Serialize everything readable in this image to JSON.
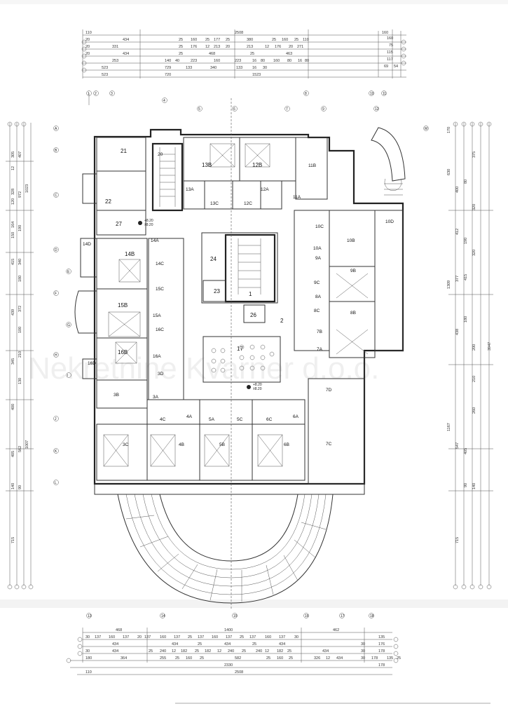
{
  "watermark": "Nekretnine Kvarner d.o.o.",
  "dims_top": {
    "row1": [
      "110",
      "2508",
      "160"
    ],
    "row2": [
      "20",
      "434",
      "25",
      "160",
      "25",
      "177",
      "25",
      "380",
      "25",
      "160",
      "25",
      "110"
    ],
    "row3": [
      "20",
      "331",
      "25",
      "176",
      "12",
      "213",
      "20",
      "213",
      "12",
      "176",
      "20",
      "271"
    ],
    "row4": [
      "20",
      "434",
      "25",
      "468",
      "25",
      "463"
    ],
    "row5": [
      "253",
      "140",
      "40",
      "223",
      "160",
      "223",
      "16",
      "80",
      "160",
      "80",
      "16",
      "80"
    ],
    "row6": [
      "523",
      "729",
      "133",
      "340",
      "133",
      "16",
      "30"
    ],
    "row7": [
      "523",
      "720",
      "1523"
    ],
    "right": [
      "160",
      "75",
      "115",
      "117",
      "69",
      "54"
    ]
  },
  "dims_bottom": {
    "row1": [
      "468",
      "1400",
      "462"
    ],
    "row2": [
      "30",
      "137",
      "160",
      "137",
      "20",
      "137",
      "160",
      "137",
      "25",
      "137",
      "160",
      "137",
      "25",
      "137",
      "160",
      "137",
      "30",
      "135"
    ],
    "row3": [
      "434",
      "434",
      "25",
      "434",
      "25",
      "434",
      "30",
      "176"
    ],
    "row4": [
      "30",
      "434",
      "25",
      "240",
      "12",
      "182",
      "25",
      "182",
      "12",
      "240",
      "25",
      "240",
      "12",
      "182",
      "25",
      "434",
      "30",
      "178"
    ],
    "row5": [
      "180",
      "364",
      "255",
      "25",
      "160",
      "25",
      "582",
      "25",
      "160",
      "25",
      "326",
      "12",
      "434",
      "30",
      "178",
      "135",
      "25"
    ],
    "row6": [
      "2330",
      "178"
    ],
    "row7": [
      "110",
      "2508"
    ]
  },
  "dims_left": {
    "vals": [
      "305",
      "407",
      "12",
      "328",
      "120",
      "1023",
      "972",
      "164",
      "150",
      "190",
      "415",
      "340",
      "180",
      "439",
      "372",
      "100",
      "345",
      "210",
      "130",
      "400",
      "562",
      "1007",
      "405",
      "140",
      "90",
      "715"
    ]
  },
  "dims_right": {
    "vals": [
      "170",
      "375",
      "630",
      "400",
      "80",
      "320",
      "412",
      "190",
      "320",
      "1309",
      "377",
      "438",
      "180",
      "1167",
      "547",
      "405",
      "90",
      "140",
      "715",
      "200",
      "210",
      "260",
      "415",
      "3947"
    ]
  },
  "rooms": [
    {
      "label": "21"
    },
    {
      "label": "20"
    },
    {
      "label": "22"
    },
    {
      "label": "27"
    },
    {
      "label": "13B"
    },
    {
      "label": "12B"
    },
    {
      "label": "11B"
    },
    {
      "label": "13A"
    },
    {
      "label": "13C"
    },
    {
      "label": "12C"
    },
    {
      "label": "12A"
    },
    {
      "label": "11A"
    },
    {
      "label": "14D"
    },
    {
      "label": "14A"
    },
    {
      "label": "14B"
    },
    {
      "label": "14C"
    },
    {
      "label": "15C"
    },
    {
      "label": "15B"
    },
    {
      "label": "15A"
    },
    {
      "label": "16C"
    },
    {
      "label": "16B"
    },
    {
      "label": "16A"
    },
    {
      "label": "16D"
    },
    {
      "label": "3D"
    },
    {
      "label": "3B"
    },
    {
      "label": "3A"
    },
    {
      "label": "24"
    },
    {
      "label": "23"
    },
    {
      "label": "1"
    },
    {
      "label": "26"
    },
    {
      "label": "2"
    },
    {
      "label": "17"
    },
    {
      "label": "10D"
    },
    {
      "label": "10C"
    },
    {
      "label": "10A"
    },
    {
      "label": "10B"
    },
    {
      "label": "9A"
    },
    {
      "label": "9C"
    },
    {
      "label": "9B"
    },
    {
      "label": "8A"
    },
    {
      "label": "8C"
    },
    {
      "label": "8B"
    },
    {
      "label": "7B"
    },
    {
      "label": "7A"
    },
    {
      "label": "7D"
    },
    {
      "label": "7C"
    },
    {
      "label": "4C"
    },
    {
      "label": "4A"
    },
    {
      "label": "5A"
    },
    {
      "label": "5C"
    },
    {
      "label": "6C"
    },
    {
      "label": "6A"
    },
    {
      "label": "3C"
    },
    {
      "label": "4B"
    },
    {
      "label": "5B"
    },
    {
      "label": "6B"
    }
  ],
  "levels": [
    "+8.20",
    "±8.20",
    "+8.20",
    "±8.20"
  ],
  "axis_bubbles_top": [
    "1",
    "2",
    "3",
    "4",
    "5",
    "6",
    "7",
    "8",
    "9",
    "10",
    "11",
    "12",
    "13",
    "14",
    "15",
    "16",
    "17",
    "18"
  ],
  "axis_bubbles_left": [
    "A",
    "B",
    "C",
    "D",
    "E",
    "F",
    "G",
    "H",
    "I",
    "J",
    "K",
    "L",
    "M"
  ]
}
